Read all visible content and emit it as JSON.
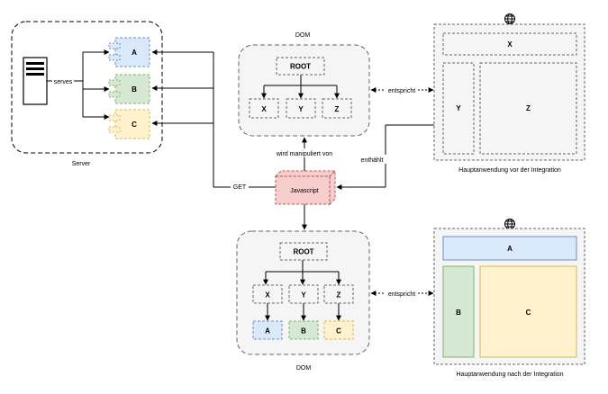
{
  "server": {
    "label": "Server",
    "edge_label": "serves",
    "components": [
      "A",
      "B",
      "C"
    ]
  },
  "dom_top": {
    "label": "DOM",
    "root": "ROOT",
    "children": [
      "X",
      "Y",
      "Z"
    ]
  },
  "dom_bottom": {
    "label": "DOM",
    "root": "ROOT",
    "children": [
      "X",
      "Y",
      "Z"
    ],
    "leaves": [
      "A",
      "B",
      "C"
    ]
  },
  "edges": {
    "manipulates": "wird manipuliert von",
    "contains": "enthählt",
    "get": "GET",
    "corresponds_top": "entspricht",
    "corresponds_bottom": "entspricht"
  },
  "javascript": {
    "label": "Javascript"
  },
  "app_before": {
    "caption": "Hauptanwendung vor der Integration",
    "regions": [
      "X",
      "Y",
      "Z"
    ]
  },
  "app_after": {
    "caption": "Hauptanwendung nach der Integration",
    "regions": [
      "A",
      "B",
      "C"
    ]
  },
  "colors": {
    "blue_fill": "#dae8fc",
    "blue_stroke": "#6c8ebf",
    "green_fill": "#d5e8d4",
    "green_stroke": "#82b366",
    "yellow_fill": "#fff2cc",
    "yellow_stroke": "#d6b656",
    "red_fill": "#f8cecc",
    "red_stroke": "#b85450",
    "panel_fill": "#f5f5f5",
    "panel_stroke": "#666666"
  }
}
